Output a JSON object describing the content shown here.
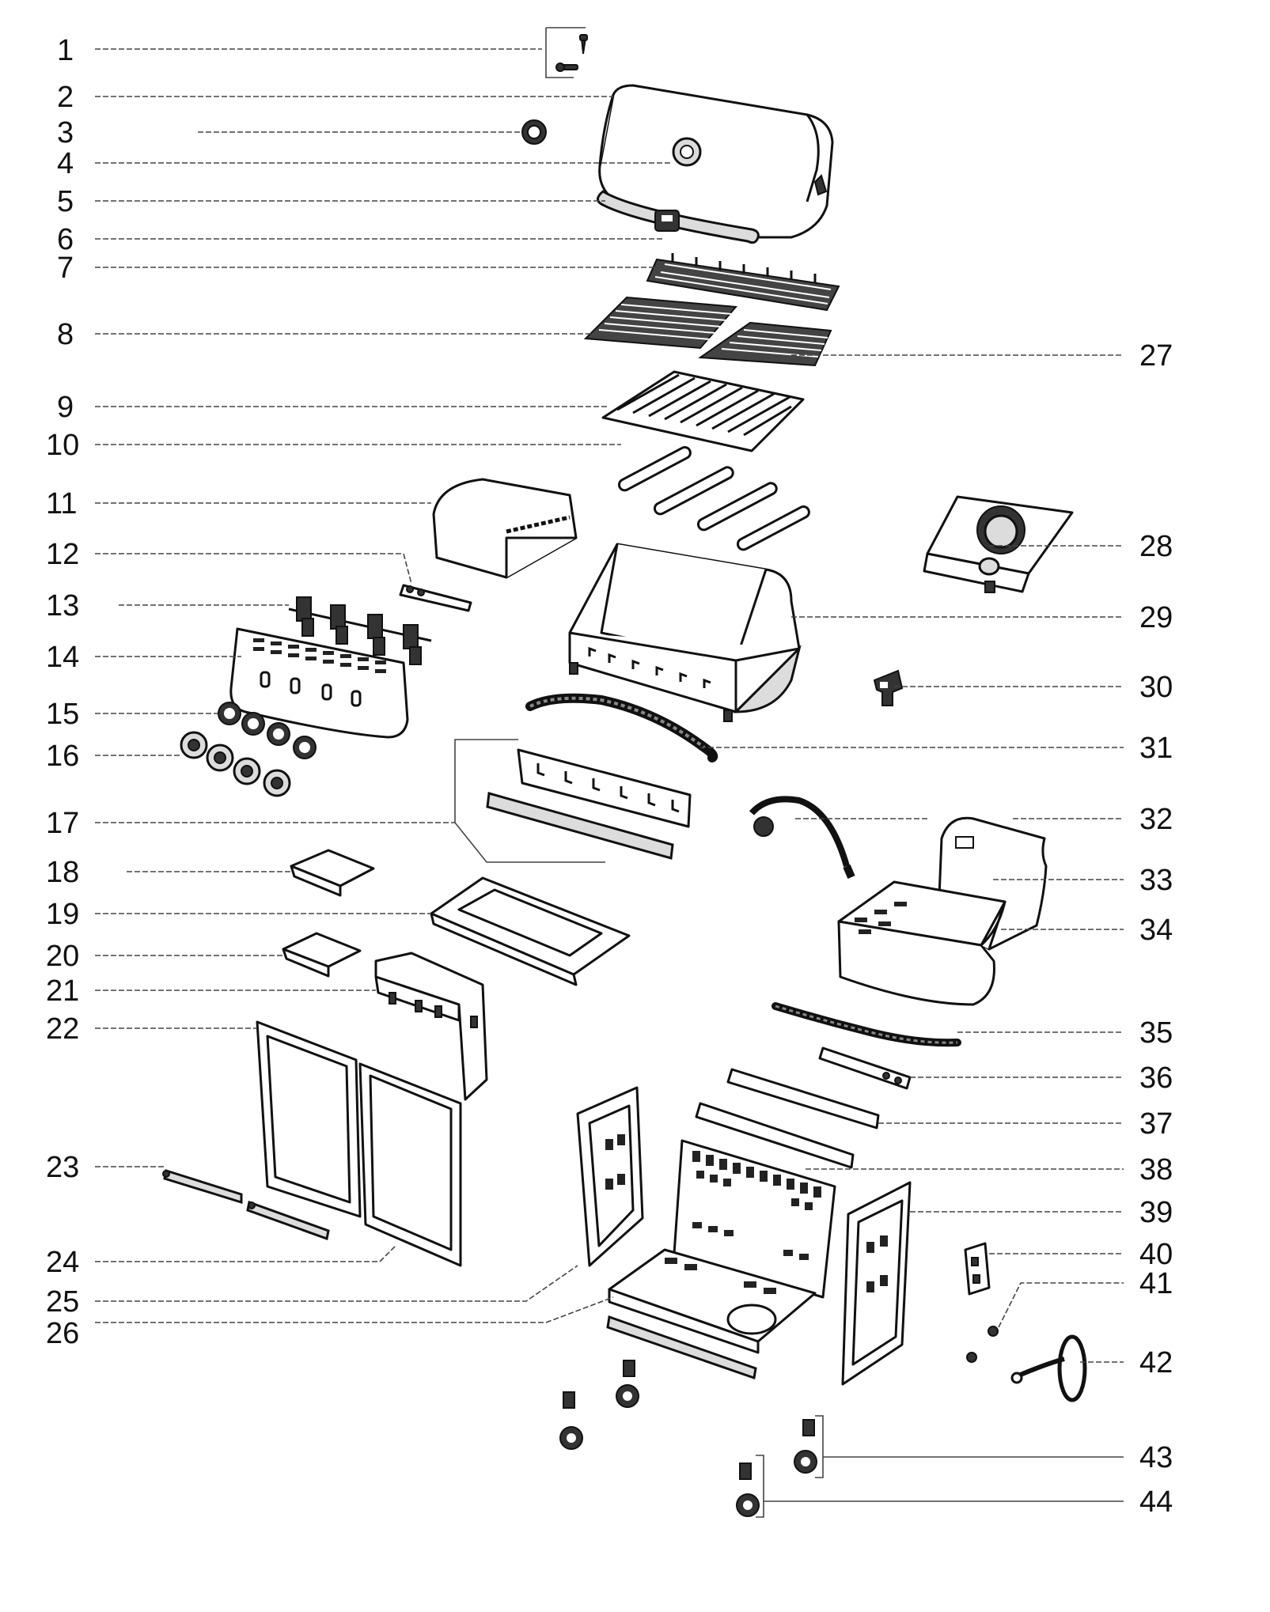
{
  "diagram": {
    "callouts_left": [
      {
        "number": "1"
      },
      {
        "number": "2"
      },
      {
        "number": "3"
      },
      {
        "number": "4"
      },
      {
        "number": "5"
      },
      {
        "number": "6"
      },
      {
        "number": "7"
      },
      {
        "number": "8"
      },
      {
        "number": "9"
      },
      {
        "number": "10"
      },
      {
        "number": "11"
      },
      {
        "number": "12"
      },
      {
        "number": "13"
      },
      {
        "number": "14"
      },
      {
        "number": "15"
      },
      {
        "number": "16"
      },
      {
        "number": "17"
      },
      {
        "number": "18"
      },
      {
        "number": "19"
      },
      {
        "number": "20"
      },
      {
        "number": "21"
      },
      {
        "number": "22"
      },
      {
        "number": "23"
      },
      {
        "number": "24"
      },
      {
        "number": "25"
      },
      {
        "number": "26"
      }
    ],
    "callouts_right": [
      {
        "number": "27"
      },
      {
        "number": "28"
      },
      {
        "number": "29"
      },
      {
        "number": "30"
      },
      {
        "number": "31"
      },
      {
        "number": "32"
      },
      {
        "number": "33"
      },
      {
        "number": "34"
      },
      {
        "number": "35"
      },
      {
        "number": "36"
      },
      {
        "number": "37"
      },
      {
        "number": "38"
      },
      {
        "number": "39"
      },
      {
        "number": "40"
      },
      {
        "number": "41"
      },
      {
        "number": "42"
      },
      {
        "number": "43"
      },
      {
        "number": "44"
      }
    ]
  }
}
